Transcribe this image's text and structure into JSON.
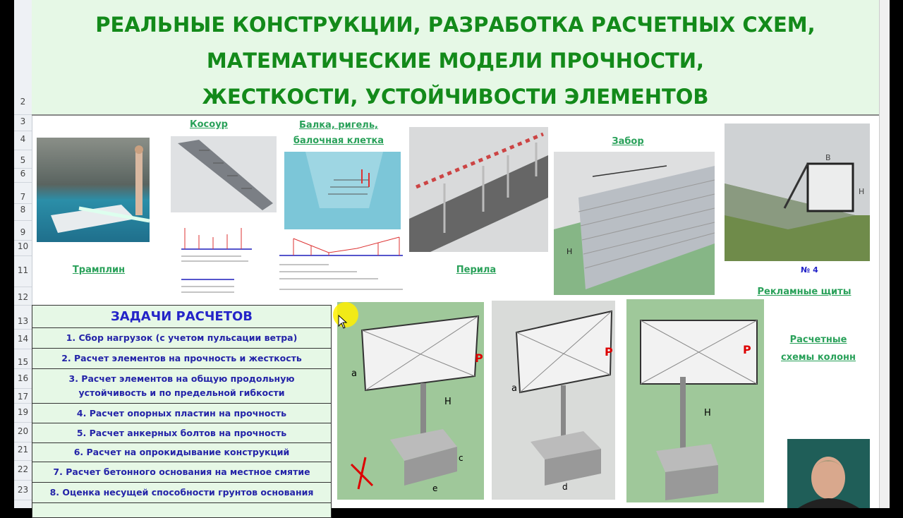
{
  "title_lines": [
    "РЕАЛЬНЫЕ КОНСТРУКЦИИ, РАЗРАБОТКА РАСЧЕТНЫХ СХЕМ,",
    "МАТЕМАТИЧЕСКИЕ МОДЕЛИ ПРОЧНОСТИ,",
    "ЖЕСТКОСТИ, УСТОЙЧИВОСТИ ЭЛЕМЕНТОВ"
  ],
  "row_numbers": [
    "2",
    "3",
    "4",
    "5",
    "6",
    "7",
    "8",
    "9",
    "10",
    "11",
    "12",
    "13",
    "14",
    "15",
    "16",
    "17",
    "19",
    "20",
    "21",
    "22",
    "23"
  ],
  "labels": {
    "kosour": "Косоур",
    "balka1": "Балка, ригель,",
    "balka2": "балочная клетка",
    "tramplin": "Трамплин",
    "perila": "Перила",
    "zabor": "Забор",
    "reklama": "Рекламные щиты",
    "schemy1": "Расчетные",
    "schemy2": "схемы колонн",
    "num4": "№ 4"
  },
  "tasks": {
    "header": "ЗАДАЧИ РАСЧЕТОВ",
    "items": [
      "1. Сбор нагрузок (с учетом пульсации ветра)",
      "2. Расчет элементов на прочность и жесткость",
      "3. Расчет элементов на общую продольную устойчивость и по предельной гибкости",
      "4. Расчет опорных пластин на прочность",
      "5. Расчет анкерных болтов на прочность",
      "6. Расчет на опрокидывание конструкций",
      "7. Расчет бетонного основания на местное смятие",
      "8. Оценка несущей способности грунтов основания"
    ]
  },
  "diagram_letters": {
    "a": "a",
    "h": "H",
    "p": "P",
    "c": "c",
    "d": "d",
    "e": "e",
    "b": "B"
  },
  "colors": {
    "title": "#138a1a",
    "link": "#2aa15a",
    "task": "#2424a8",
    "band": "#e6f8e6"
  }
}
